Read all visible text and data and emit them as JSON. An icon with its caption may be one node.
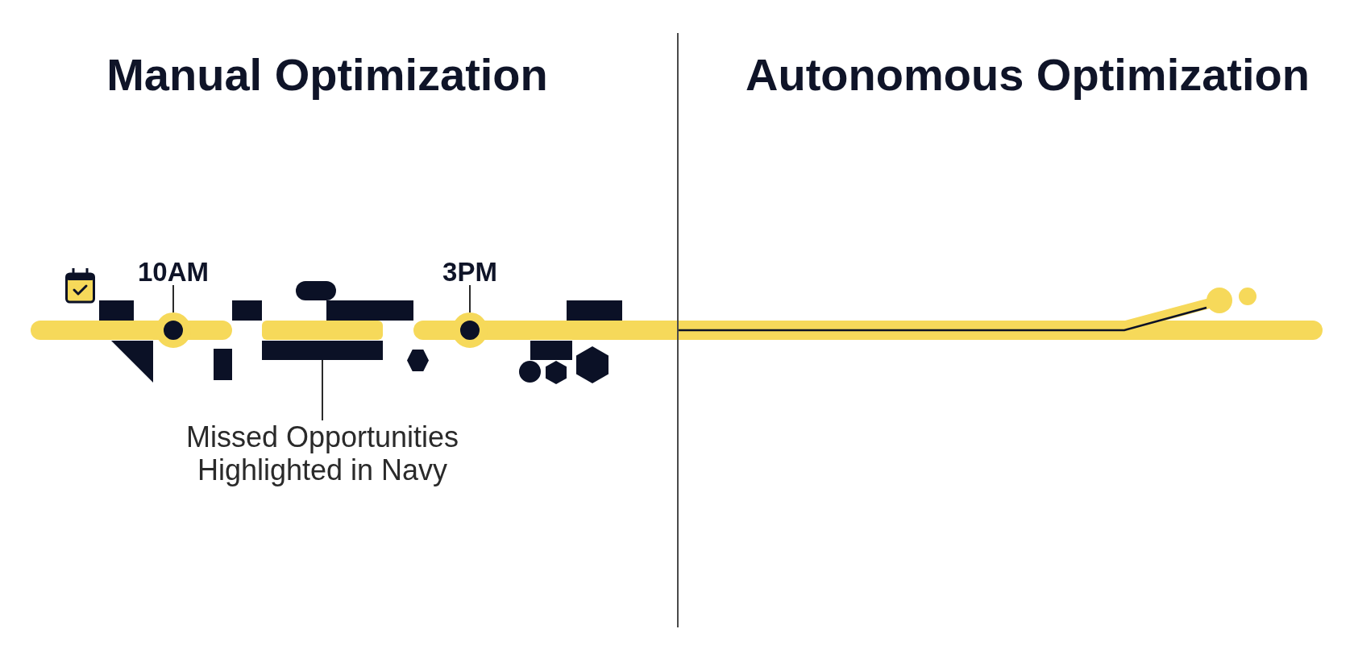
{
  "diagram": {
    "nodes": [
      {
        "text": [
          "10AM"
        ]
      },
      {
        "text": [],
        "shape": "circle"
      },
      {
        "text": [
          "3PM"
        ]
      },
      {
        "text": [],
        "shape": "circle"
      },
      {
        "text": [],
        "shape": "bar"
      },
      {
        "text": [],
        "shape": "triangle"
      },
      {
        "text": [],
        "shape": "bar"
      },
      {
        "text": [],
        "shape": "bar"
      },
      {
        "text": [],
        "shape": "pill"
      },
      {
        "text": [],
        "shape": "bar"
      },
      {
        "text": [],
        "shape": "bar"
      },
      {
        "text": [],
        "shape": "hexagon"
      },
      {
        "text": [],
        "shape": "bar"
      },
      {
        "text": [],
        "shape": "circle"
      },
      {
        "text": [],
        "shape": "hexagon"
      },
      {
        "text": [],
        "shape": "bar"
      },
      {
        "text": [],
        "shape": "hexagon"
      },
      {
        "text": [
          "Missed Opportunities Highlighted in Navy"
        ]
      }
    ],
    "edges": [
      {
        "from": 0,
        "to": 1,
        "arrow": "none"
      },
      {
        "from": 2,
        "to": 3,
        "arrow": "none"
      },
      {
        "from": 17,
        "to": 10,
        "arrow": "none"
      }
    ],
    "labels": [
      "Manual Optimization",
      "Autonomous Optimization"
    ]
  }
}
